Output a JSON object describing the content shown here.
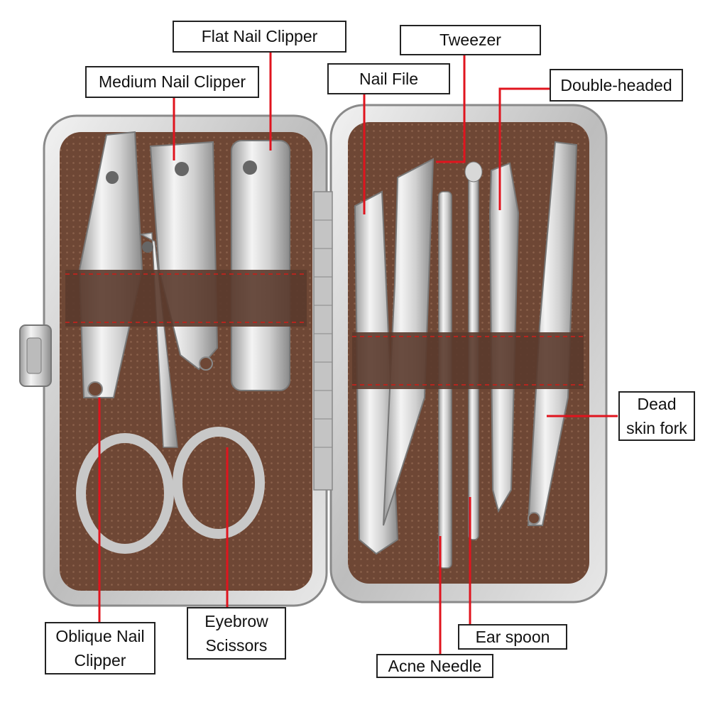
{
  "labels": {
    "flat_nail_clipper": "Flat Nail Clipper",
    "medium_nail_clipper": "Medium Nail Clipper",
    "tweezer": "Tweezer",
    "nail_file": "Nail File",
    "double_headed": "Double-headed",
    "dead_skin_fork": "Dead\nskin fork",
    "oblique_nail_clipper": "Oblique Nail\nClipper",
    "eyebrow_scissors": "Eyebrow\nScissors",
    "ear_spoon": "Ear spoon",
    "acne_needle": "Acne Needle"
  },
  "colors": {
    "leader_line": "#e0141e",
    "case_frame": "#c9c9c9",
    "case_lining": "#6b4433",
    "strap": "#5a3a2c",
    "stitch": "#b5261f",
    "metal": "#d8d8d8"
  }
}
